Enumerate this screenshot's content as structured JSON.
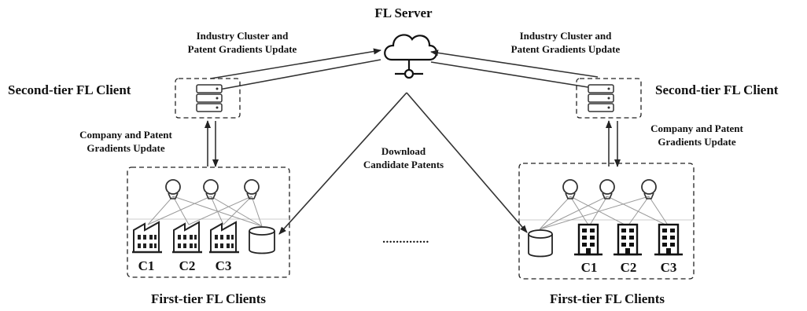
{
  "server": {
    "title": "FL Server"
  },
  "left": {
    "second_tier_label": "Second-tier FL Client",
    "first_tier_label": "First-tier FL Clients",
    "upper_update": [
      "Industry Cluster and",
      "Patent Gradients Update"
    ],
    "lower_update": [
      "Company and Patent",
      "Gradients Update"
    ],
    "companies": [
      "C1",
      "C2",
      "C3"
    ]
  },
  "right": {
    "second_tier_label": "Second-tier FL Client",
    "first_tier_label": "First-tier FL Clients",
    "upper_update": [
      "Industry Cluster and",
      "Patent Gradients Update"
    ],
    "lower_update": [
      "Company and Patent",
      "Gradients Update"
    ],
    "companies": [
      "C1",
      "C2",
      "C3"
    ]
  },
  "download": [
    "Download",
    "Candidate Patents"
  ],
  "ellipsis": "..............",
  "icons": {
    "server": "cloud-network-icon",
    "second_tier": "server-rack-icon",
    "users": "user-icon",
    "left_companies": "factory-building-icon",
    "right_companies": "office-building-icon",
    "database": "database-icon"
  }
}
